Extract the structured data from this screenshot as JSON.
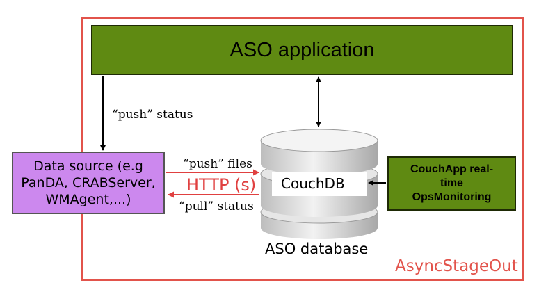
{
  "app": {
    "label": "ASO application"
  },
  "source": {
    "label": "Data source (e.g\nPanDA, CRABServer,\nWMAgent,...)"
  },
  "monitor": {
    "label": "CouchApp real-\ntime\nOpsMonitoring"
  },
  "database": {
    "label": "CouchDB",
    "caption": "ASO database"
  },
  "arrows": {
    "push_status": "“push” status",
    "push_files": "“push” files",
    "http": "HTTP (s)",
    "pull_status": "“pull” status"
  },
  "frame": {
    "label": "AsyncStageOut"
  },
  "colors": {
    "green": "#5f8a12",
    "purple": "#cc88ee",
    "frame_red": "#e2534b",
    "http_red": "#e04040"
  }
}
